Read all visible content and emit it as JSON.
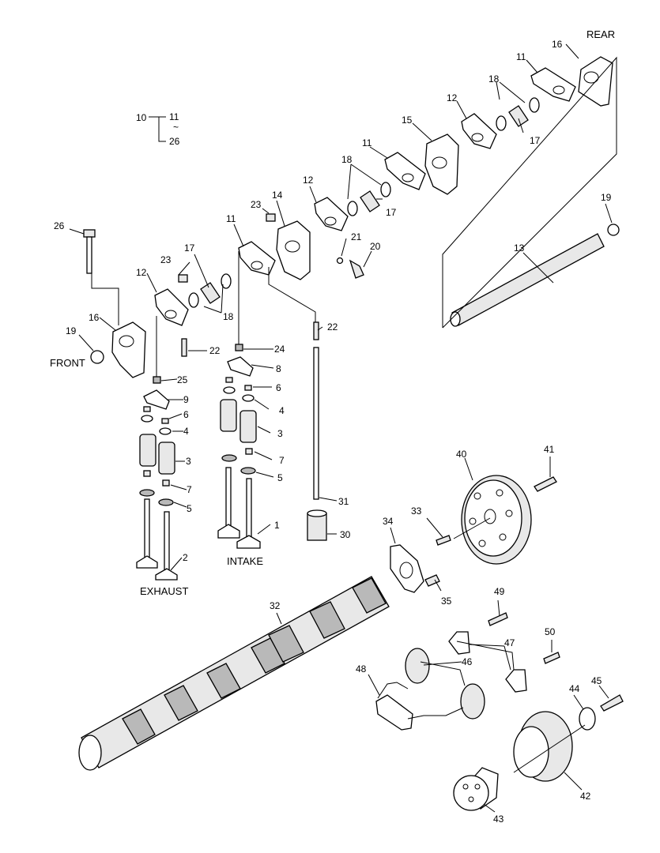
{
  "labels": {
    "rear": "REAR",
    "front": "FRONT",
    "intake": "INTAKE",
    "exhaust": "EXHAUST"
  },
  "legend": {
    "group_start": "10",
    "range_from": "11",
    "range_sep": "~",
    "range_to": "26"
  },
  "callouts": {
    "c1": "1",
    "c2": "2",
    "c3a": "3",
    "c3b": "3",
    "c4a": "4",
    "c4b": "4",
    "c5a": "5",
    "c5b": "5",
    "c6a": "6",
    "c6b": "6",
    "c7a": "7",
    "c7b": "7",
    "c8": "8",
    "c9": "9",
    "c11a": "11",
    "c11b": "11",
    "c11c": "11",
    "c12a": "12",
    "c12b": "12",
    "c12c": "12",
    "c13": "13",
    "c14": "14",
    "c15": "15",
    "c16a": "16",
    "c16b": "16",
    "c17a": "17",
    "c17b": "17",
    "c17c": "17",
    "c18a": "18",
    "c18b": "18",
    "c18c": "18",
    "c19a": "19",
    "c19b": "19",
    "c20": "20",
    "c21": "21",
    "c22a": "22",
    "c22b": "22",
    "c23a": "23",
    "c23b": "23",
    "c24": "24",
    "c25": "25",
    "c26": "26",
    "c30": "30",
    "c31": "31",
    "c32": "32",
    "c33": "33",
    "c34": "34",
    "c35": "35",
    "c40": "40",
    "c41": "41",
    "c42": "42",
    "c43": "43",
    "c44": "44",
    "c45": "45",
    "c46": "46",
    "c47": "47",
    "c48": "48",
    "c49": "49",
    "c50": "50"
  }
}
